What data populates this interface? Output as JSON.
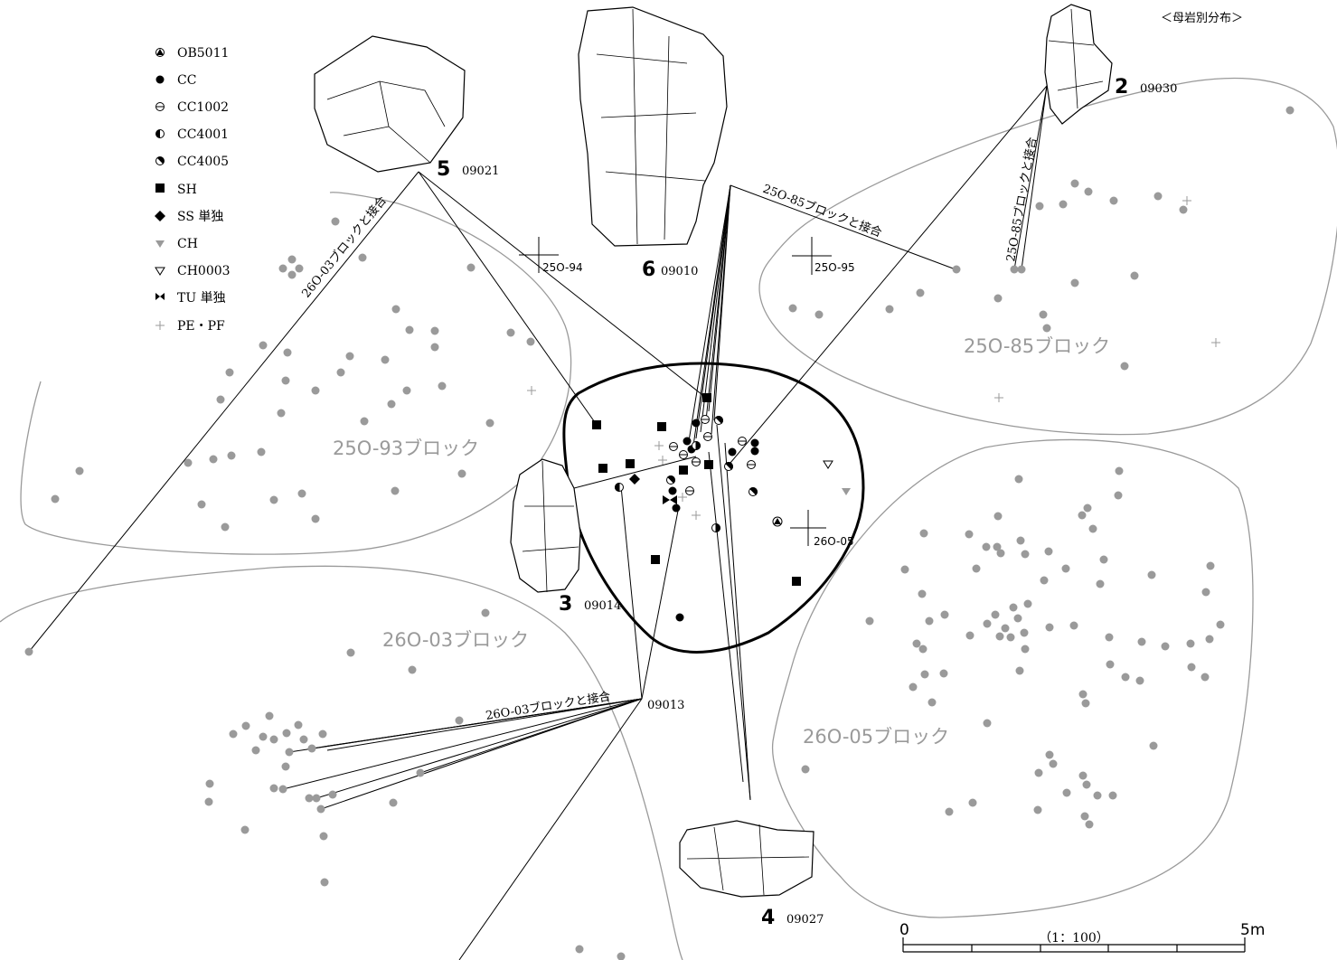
{
  "header": {
    "title": "＜母岩別分布＞"
  },
  "legend": {
    "items": [
      {
        "symbol": "circle-triangle-icon",
        "label": "OB5011"
      },
      {
        "symbol": "filled-circle-icon",
        "label": "CC"
      },
      {
        "symbol": "circle-minus-icon",
        "label": "CC1002"
      },
      {
        "symbol": "half-circle-icon",
        "label": "CC4001"
      },
      {
        "symbol": "diagonal-half-circle-icon",
        "label": "CC4005"
      },
      {
        "symbol": "filled-square-icon",
        "label": "SH"
      },
      {
        "symbol": "filled-diamond-icon",
        "label": "SS 単独"
      },
      {
        "symbol": "gray-triangle-icon",
        "label": "CH"
      },
      {
        "symbol": "outline-triangle-icon",
        "label": "CH0003"
      },
      {
        "symbol": "bowtie-icon",
        "label": "TU 単独"
      },
      {
        "symbol": "plus-icon",
        "label": "PE・PF"
      }
    ]
  },
  "blocks": {
    "b93": "25O-93ブロック",
    "b85": "25O-85ブロック",
    "b03": "26O-03ブロック",
    "b05": "26O-05ブロック"
  },
  "grid_labels": {
    "g94": "25O-94",
    "g95": "25O-95",
    "g05": "26O-05"
  },
  "refit_labels": {
    "r03a": "26O-03ブロックと接合",
    "r85a": "25O-85ブロックと接合",
    "r85b": "25O-85ブロックと接合",
    "r03b": "26O-03ブロックと接合"
  },
  "artifacts": [
    {
      "num": "5",
      "code": "09021"
    },
    {
      "num": "6",
      "code": "09010"
    },
    {
      "num": "2",
      "code": "09030"
    },
    {
      "num": "3",
      "code": "09014"
    },
    {
      "num": "4",
      "code": "09027"
    }
  ],
  "point_09013": "09013",
  "scale": {
    "zero": "0",
    "max": "5m",
    "ratio": "（1：100）"
  },
  "colors": {
    "gray_point": "#9a9a9a",
    "ink": "#000000",
    "block_outline": "#9a9a9a",
    "block_label": "#9a9a9a"
  }
}
